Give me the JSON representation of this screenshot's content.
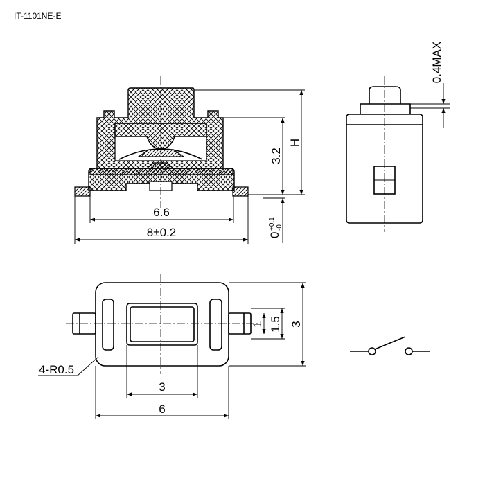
{
  "title": "IT-1101NE-E",
  "front_view": {
    "height_label": "H",
    "switch_height": "3.2",
    "inner_width": "6.6",
    "overall_width": "8±0.2",
    "standoff_base": "0",
    "standoff_tol_plus": "+0.1",
    "standoff_tol_minus": "-0"
  },
  "side_view": {
    "cap_protrusion": "0.4MAX"
  },
  "bottom_view": {
    "slot_width": "1",
    "terminal_width": "1.5",
    "body_height": "3",
    "corner_radius": "4-R0.5",
    "window_width": "3",
    "body_width": "6"
  },
  "schematic": {
    "symbol": "normally-open-switch"
  }
}
